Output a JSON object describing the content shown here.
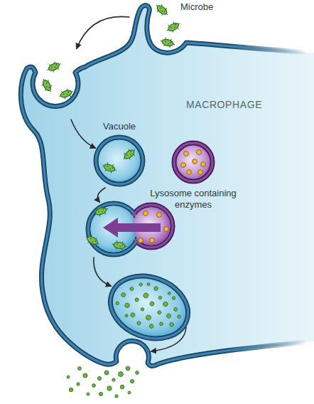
{
  "diagram": {
    "nodes": [
      {
        "text": [
          "MACROPHAGE"
        ]
      },
      {
        "text": [
          "Vacuole"
        ],
        "in": 0
      },
      {
        "text": [
          "Lysosome containing enzymes"
        ],
        "in": 0
      }
    ],
    "labels": [
      "Microbe"
    ]
  }
}
